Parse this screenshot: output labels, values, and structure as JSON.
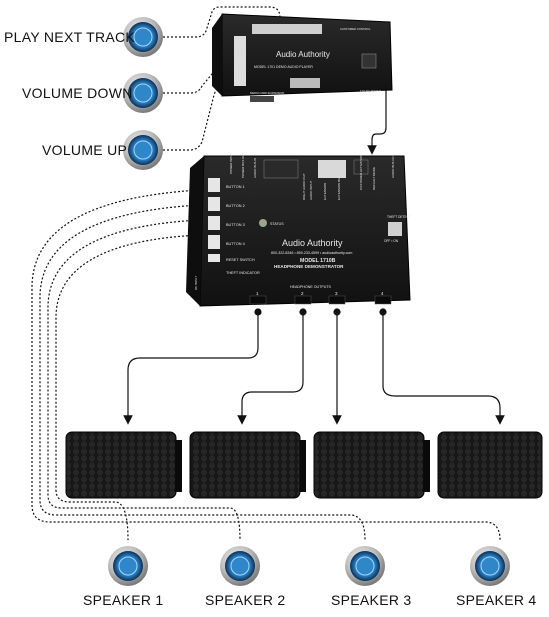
{
  "controls": {
    "play_next_track": "PLAY NEXT TRACK",
    "volume_down": "VOLUME DOWN",
    "volume_up": "VOLUME UP"
  },
  "player_module": {
    "brand": "Audio Authority",
    "model": "MODEL 1701 DEMO AUDIO PLAYER",
    "media_card": "MEDIA CARD EXPANSION",
    "dc_power": "12V DC POWER",
    "customer_ctrl": "CUSTOMER CONTROL"
  },
  "demonstrator": {
    "top_labels": [
      "POWER INPUT",
      "POWER BUS OUT",
      "AUDIO BUS IN",
      "RIGHT AUDIO OUT",
      "AUDIO INPUT",
      "EXTENSION",
      "EXTENSION BUS",
      "CUSTOMER ACTIVATOR",
      "DEFAULT MODE",
      "AUDIO BUS OUT"
    ],
    "buttons": [
      "BUTTON 1",
      "BUTTON 2",
      "BUTTON 3",
      "BUTTON 4"
    ],
    "reset_switch": "RESET SWITCH",
    "theft_indicator": "THEFT INDICATOR",
    "status": "STATUS",
    "brand": "Audio Authority",
    "phones": "800-322-8346 • 859-233-4599 • audioauthority.com",
    "model": "MODEL 1710B",
    "name": "HEADPHONE DEMONSTRATOR",
    "outputs_label": "HEADPHONE OUTPUTS",
    "outputs": [
      "1",
      "2",
      "3",
      "4"
    ],
    "theft_detect": "THEFT DETECT",
    "off_on": "OFF • ON",
    "dc_input": "DC INPUT"
  },
  "speakers": [
    "SPEAKER 1",
    "SPEAKER 2",
    "SPEAKER 3",
    "SPEAKER 4"
  ],
  "colors": {
    "button_ring": "#c9c9c9",
    "button_glow": "#4aa6e0",
    "button_center": "#2f86c8",
    "device_body": "#1c1c1c",
    "wire": "#111111"
  }
}
